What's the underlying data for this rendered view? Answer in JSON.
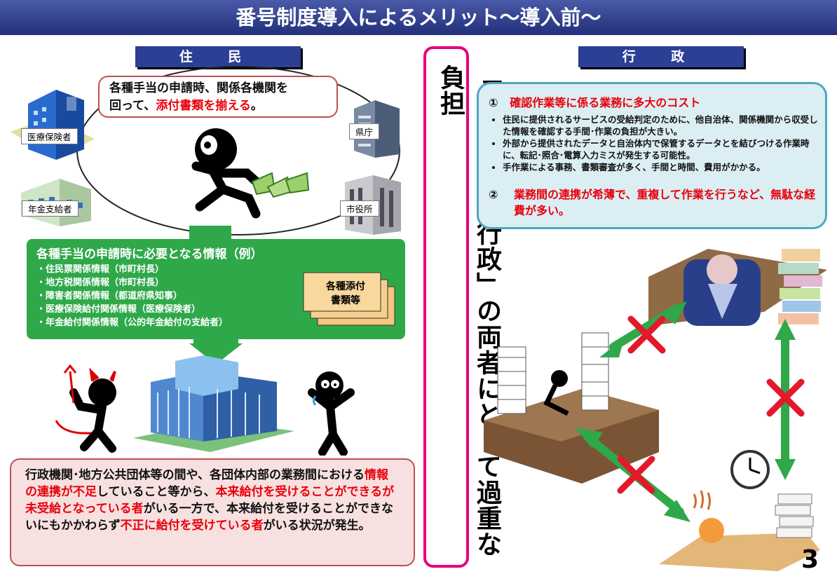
{
  "title": "番号制度導入によるメリット〜導入前〜",
  "left_header": "住 民",
  "right_header": "行 政",
  "top_note": {
    "line1": "各種手当の申請時、関係各機関を",
    "line2_a": "回って、",
    "line2_red": "添付書類を揃える",
    "line2_b": "。"
  },
  "orgs": {
    "medical": "医療保険者",
    "pension": "年金支給者",
    "prefecture": "県庁",
    "city_hall": "市役所"
  },
  "info_box": {
    "title": "各種手当の申請時に必要となる情報（例）",
    "items": [
      "・住民票関係情報（市町村長）",
      "・地方税関係情報（市町村長）",
      "・障害者関係情報（都道府県知事）",
      "・医療保険給付関係情報（医療保険者）",
      "・年金給付関係情報（公的年金給付の支給者）"
    ],
    "docs_label_1": "各種添付",
    "docs_label_2": "書類等"
  },
  "bottom_note": {
    "p1": "行政機関･地方公共団体等の間や、各団体内部の業務間における",
    "r1": "情報の連携が不足",
    "p2": "していること等から、",
    "r2": "本来給付を受けることができるが未受給となっている者",
    "p3": "がいる一方で、本来給付を受けることができないにもかかわらず",
    "r3": "不正に給付を受けている者",
    "p4": "がいる状況が発生。"
  },
  "center_vertical": "「住民」と「行政」の両者にとって過重な負担",
  "admin_box": {
    "item1_num": "①",
    "item1_title": "確認作業等に係る業務に多大のコスト",
    "bullets": [
      "住民に提供されるサービスの受給判定のために、他自治体、関係機関から収受した情報を確認する手間･作業の負担が大きい。",
      "外部から提供されたデータと自治体内で保管するデータとを結びつける作業時に、転記･照合･電算入力ミスが発生する可能性。",
      "手作業による事務、書類審査が多く、手間と時間、費用がかかる。"
    ],
    "item2_num": "②",
    "item2_text": "業務間の連携が希薄で、重複して作業を行うなど、無駄な経費が多い。"
  },
  "page_number": "3",
  "colors": {
    "title_bg": "#2b3a8c",
    "green": "#2fa84a",
    "red_text": "#e8000b",
    "header_bg": "#2b3f95",
    "magenta": "#e6007e"
  }
}
